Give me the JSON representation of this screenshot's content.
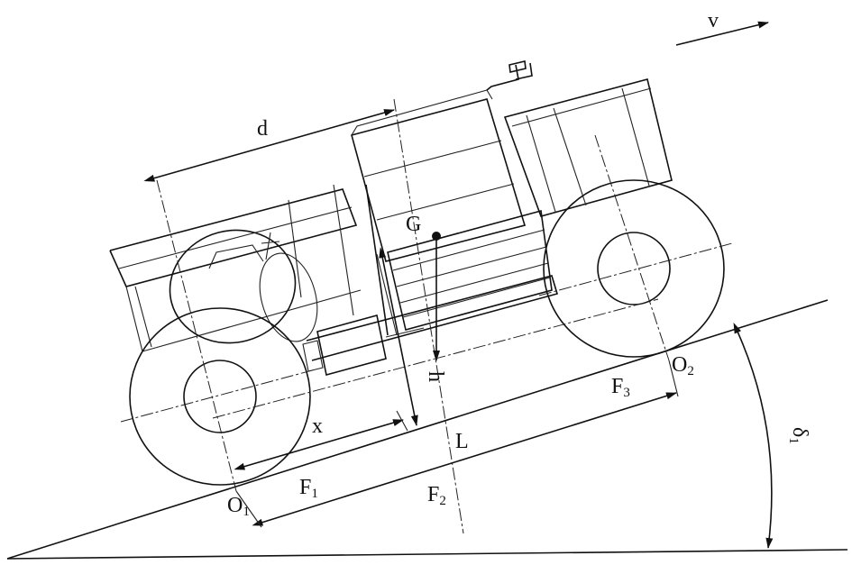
{
  "labels": {
    "velocity": "v",
    "gravity_center": "G",
    "height": "h",
    "wheelbase_d": "d",
    "distance_x": "x",
    "length_l": "L",
    "front_axle": {
      "base": "O",
      "sub": "1"
    },
    "rear_axle": {
      "base": "O",
      "sub": "2"
    },
    "force_1": {
      "base": "F",
      "sub": "1"
    },
    "force_2": {
      "base": "F",
      "sub": "2"
    },
    "force_3": {
      "base": "F",
      "sub": "3"
    },
    "slope_angle": {
      "base": "δ",
      "sub": "1"
    }
  },
  "colors": {
    "line": "#111111",
    "background": "#ffffff"
  }
}
